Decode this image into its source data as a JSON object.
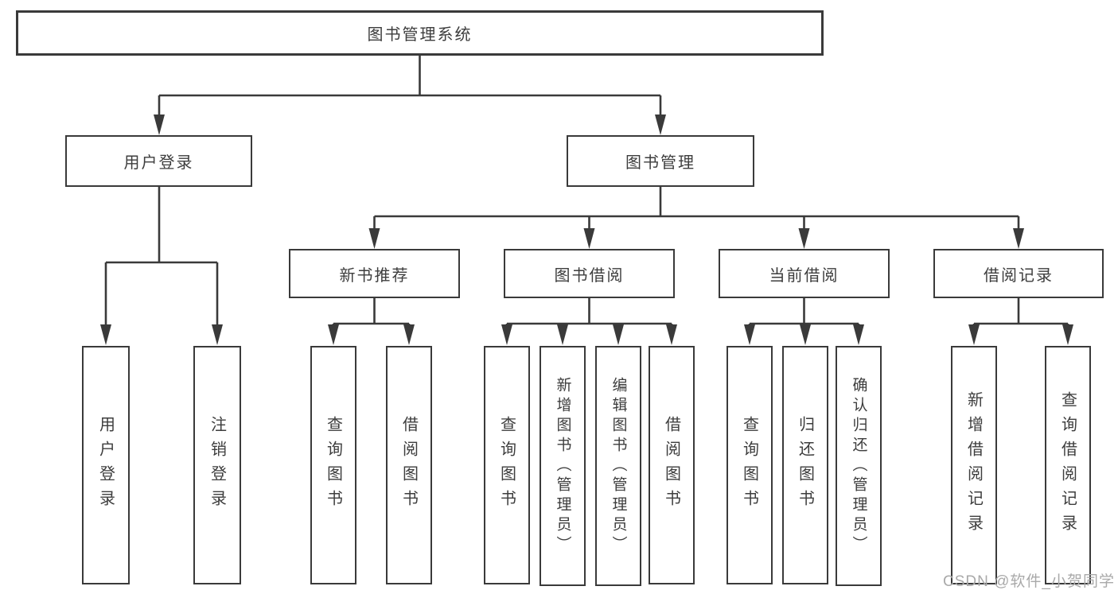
{
  "tree": {
    "root": "图书管理系统",
    "branches": [
      {
        "label": "用户登录",
        "leaves": [
          "用户登录",
          "注销登录"
        ]
      },
      {
        "label": "图书管理",
        "groups": [
          {
            "label": "新书推荐",
            "leaves": [
              "查询图书",
              "借阅图书"
            ]
          },
          {
            "label": "图书借阅",
            "leaves": [
              "查询图书",
              "新增图书（管理员）",
              "编辑图书（管理员）",
              "借阅图书"
            ]
          },
          {
            "label": "当前借阅",
            "leaves": [
              "查询图书",
              "归还图书",
              "确认归还（管理员）"
            ]
          },
          {
            "label": "借阅记录",
            "leaves": [
              "新增借阅记录",
              "查询借阅记录"
            ]
          }
        ]
      }
    ]
  },
  "watermark": "CSDN @软件_小贺同学",
  "colors": {
    "line": "#3a3a3a",
    "box_border": "#3a3a3a",
    "box_fill": "#ffffff",
    "text": "#3d3d3d",
    "watermark": "#a9a9a9",
    "background": "#ffffff"
  }
}
